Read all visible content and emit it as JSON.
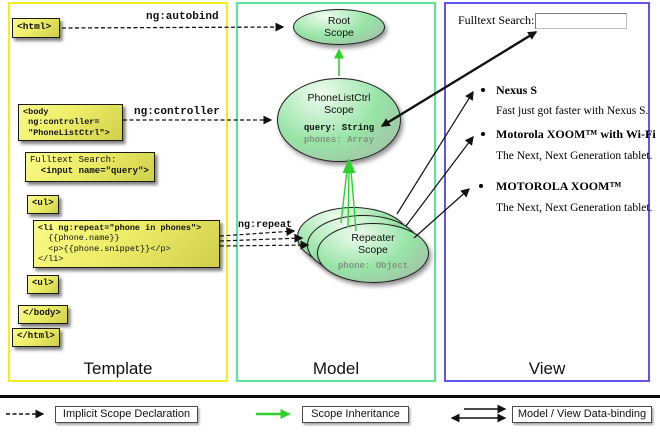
{
  "columns": {
    "template": {
      "label": "Template"
    },
    "model": {
      "label": "Model"
    },
    "view": {
      "label": "View"
    }
  },
  "labels": {
    "autobind": "ng:autobind",
    "controller": "ng:controller",
    "repeat": "ng:repeat"
  },
  "template_panel": {
    "html_open": "<html>",
    "body_open_lines": [
      "<body",
      " ng:controller=",
      " \"PhoneListCtrl\">"
    ],
    "fulltext_line1": "Fulltext Search:",
    "fulltext_line2": "  <input name=\"query\">",
    "ul_open": "<ul>",
    "li_lines": [
      "<li ng:repeat=\"phone in phones\">",
      "  {{phone.name}}",
      "  <p>{{phone.snippet}}</p>",
      "</li>"
    ],
    "ul_close": "<ul>",
    "body_close": "</body>",
    "html_close": "</html>"
  },
  "model_panel": {
    "root_scope": {
      "line1": "Root",
      "line2": "Scope"
    },
    "phonelist_scope": {
      "line1": "PhoneListCtrl",
      "line2": "Scope",
      "prop1": "query: String",
      "prop2": "phones: Array"
    },
    "repeater_scope": {
      "line1": "Repeater",
      "line2": "Scope",
      "prop1": "phone: Object"
    }
  },
  "view_panel": {
    "fulltext_label": "Fulltext Search:",
    "search_value": "",
    "items": [
      {
        "title": "Nexus S",
        "snippet": "Fast just got faster with Nexus S."
      },
      {
        "title": "Motorola XOOM™ with Wi-Fi",
        "snippet": "The Next, Next Generation tablet."
      },
      {
        "title": "MOTOROLA XOOM™",
        "snippet": "The Next, Next Generation tablet."
      }
    ]
  },
  "legend": {
    "implicit": "Implicit Scope Declaration",
    "inheritance": "Scope Inheritance",
    "binding": "Model / View Data-binding"
  },
  "colors": {
    "template_border": "#f2ee25",
    "model_border": "#56e79c",
    "view_border": "#6252ee",
    "green_arrow": "#2ed02e",
    "line_black": "#111111"
  }
}
